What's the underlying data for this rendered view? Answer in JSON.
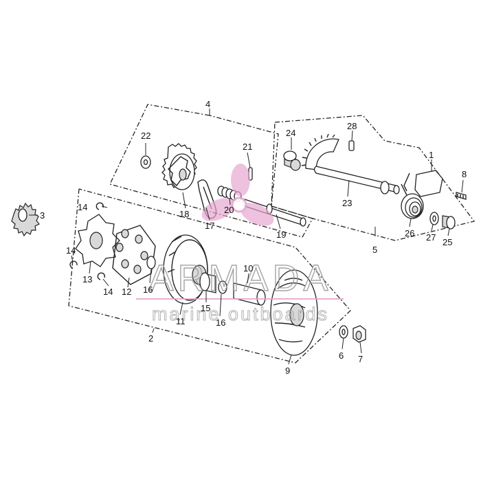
{
  "watermark": {
    "title": "ARMADA",
    "subtitle": "marine outboards",
    "accent_color": "#e7a6cf"
  },
  "callouts": {
    "c1": "1",
    "c2": "2",
    "c3": "3",
    "c4": "4",
    "c5": "5",
    "c6": "6",
    "c7": "7",
    "c8": "8",
    "c9": "9",
    "c10": "10",
    "c11": "11",
    "c12": "12",
    "c13": "13",
    "c14a": "14",
    "c14b": "14",
    "c14c": "14",
    "c15": "15",
    "c16a": "16",
    "c16b": "16",
    "c17": "17",
    "c18": "18",
    "c19": "19",
    "c20": "20",
    "c21": "21",
    "c22": "22",
    "c23": "23",
    "c24": "24",
    "c25": "25",
    "c26": "26",
    "c27": "27",
    "c28": "28"
  }
}
